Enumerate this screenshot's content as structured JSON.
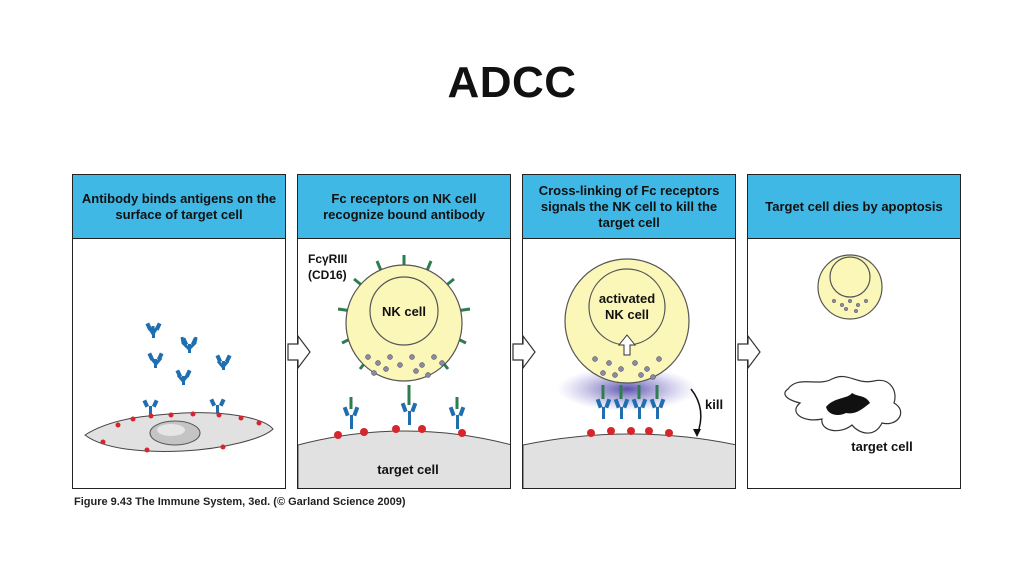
{
  "title": "ADCC",
  "panels": [
    {
      "header": "Antibody binds antigens on the surface of target cell"
    },
    {
      "header": "Fc receptors on NK cell recognize bound antibody",
      "receptor_label_1": "FcγRIII",
      "receptor_label_2": "(CD16)",
      "nk_label": "NK cell",
      "target_label": "target cell"
    },
    {
      "header": "Cross-linking of Fc receptors signals the NK cell to kill the target cell",
      "nk_label_1": "activated",
      "nk_label_2": "NK cell",
      "kill_label": "kill"
    },
    {
      "header": "Target cell dies by apoptosis",
      "target_label": "target cell"
    }
  ],
  "caption": "Figure 9.43  The Immune System, 3ed. (© Garland Science 2009)",
  "colors": {
    "header": "#3fb8e6",
    "nk_cell": "#fbf7b9",
    "antibody": "#1f6fb0",
    "antigen": "#d6262b",
    "receptor": "#2e7d4f",
    "target_cell": "#e1e1e1"
  }
}
